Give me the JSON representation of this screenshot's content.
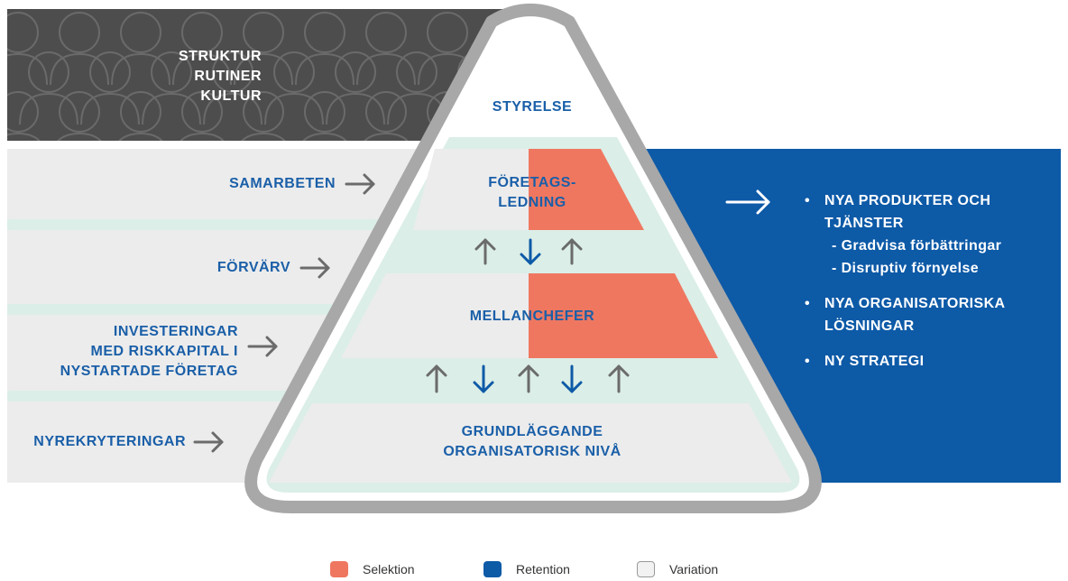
{
  "culture_box": {
    "lines": [
      "STRUKTUR",
      "RUTINER",
      "KULTUR"
    ]
  },
  "pyramid": {
    "top_label": "STYRELSE",
    "level1_label": "FÖRETAGS-\nLEDNING",
    "level1_line1": "FÖRETAGS-",
    "level1_line2": "LEDNING",
    "level2_label": "MELLANCHEFER",
    "level3_line1": "GRUNDLÄGGANDE",
    "level3_line2": "ORGANISATORISK NIVÅ"
  },
  "inputs": {
    "samarbeten": "SAMARBETEN",
    "forvarv": "FÖRVÄRV",
    "investeringar_line1": "INVESTERINGAR",
    "investeringar_line2": "MED RISKKAPITAL I",
    "investeringar_line3": "NYSTARTADE FÖRETAG",
    "nyrekryteringar": "NYREKRYTERINGAR"
  },
  "outputs": {
    "item1_line1": "NYA PRODUKTER OCH",
    "item1_line2": "TJÄNSTER",
    "item1_sub1": "- Gradvisa förbättringar",
    "item1_sub2": "- Disruptiv förnyelse",
    "item2_line1": "NYA ORGANISATORISKA",
    "item2_line2": "LÖSNINGAR",
    "item3": "NY STRATEGI"
  },
  "legend": {
    "selektion": "Selektion",
    "retention": "Retention",
    "variation": "Variation"
  },
  "colors": {
    "selektion": "#ef7760",
    "retention": "#0d5aa7",
    "variation": "#ececec",
    "culture_bg": "#4d4d4d",
    "pyramid_border": "#a8a8a8",
    "mint": "#dbeee7",
    "arrow_up": "#6b6b6b",
    "arrow_down": "#0d5aa7"
  }
}
